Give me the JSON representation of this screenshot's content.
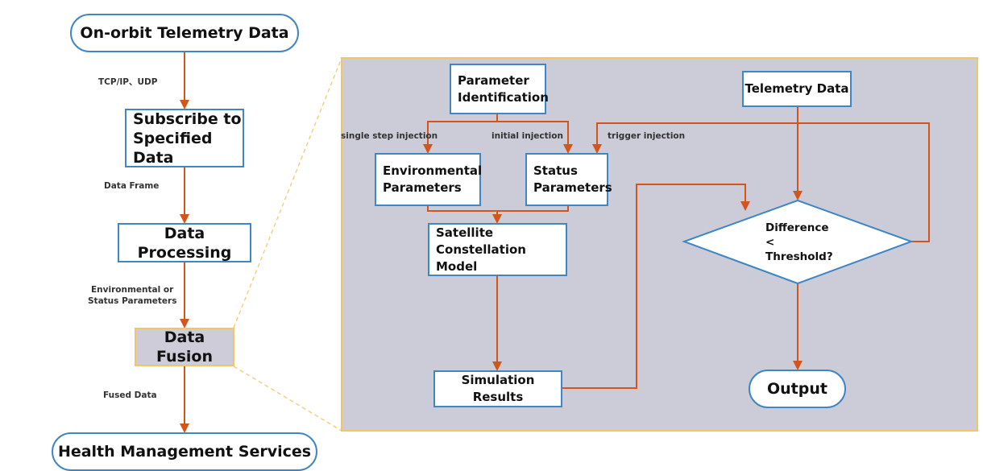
{
  "colors": {
    "box_border": "#3f86c4",
    "arrow": "#d2561c",
    "panel_fill": "#cccbd8",
    "panel_border": "#f2c56a",
    "fusion_fill": "#cdccd8"
  },
  "main_flow": {
    "telemetry_source": "On-orbit Telemetry Data",
    "label_protocol": "TCP/IP、UDP",
    "subscribe": [
      "Subscribe to",
      "Specified Data"
    ],
    "label_frame": "Data Frame",
    "processing": "Data Processing",
    "label_params": [
      "Environmental or",
      "Status Parameters"
    ],
    "fusion": "Data Fusion",
    "label_fused": "Fused Data",
    "health": "Health Management Services"
  },
  "detail": {
    "param_id": [
      "Parameter",
      "Identification"
    ],
    "telemetry": "Telemetry Data",
    "label_single": "single step injection",
    "label_initial": "initial injection",
    "label_trigger": "trigger injection",
    "env_params": [
      "Environmental",
      "Parameters"
    ],
    "status_params": [
      "Status",
      "Parameters"
    ],
    "model": [
      "Satellite",
      "Constellation Model"
    ],
    "sim_results": "Simulation Results",
    "decision": [
      "Difference",
      "<",
      "Threshold?"
    ],
    "output": "Output"
  }
}
